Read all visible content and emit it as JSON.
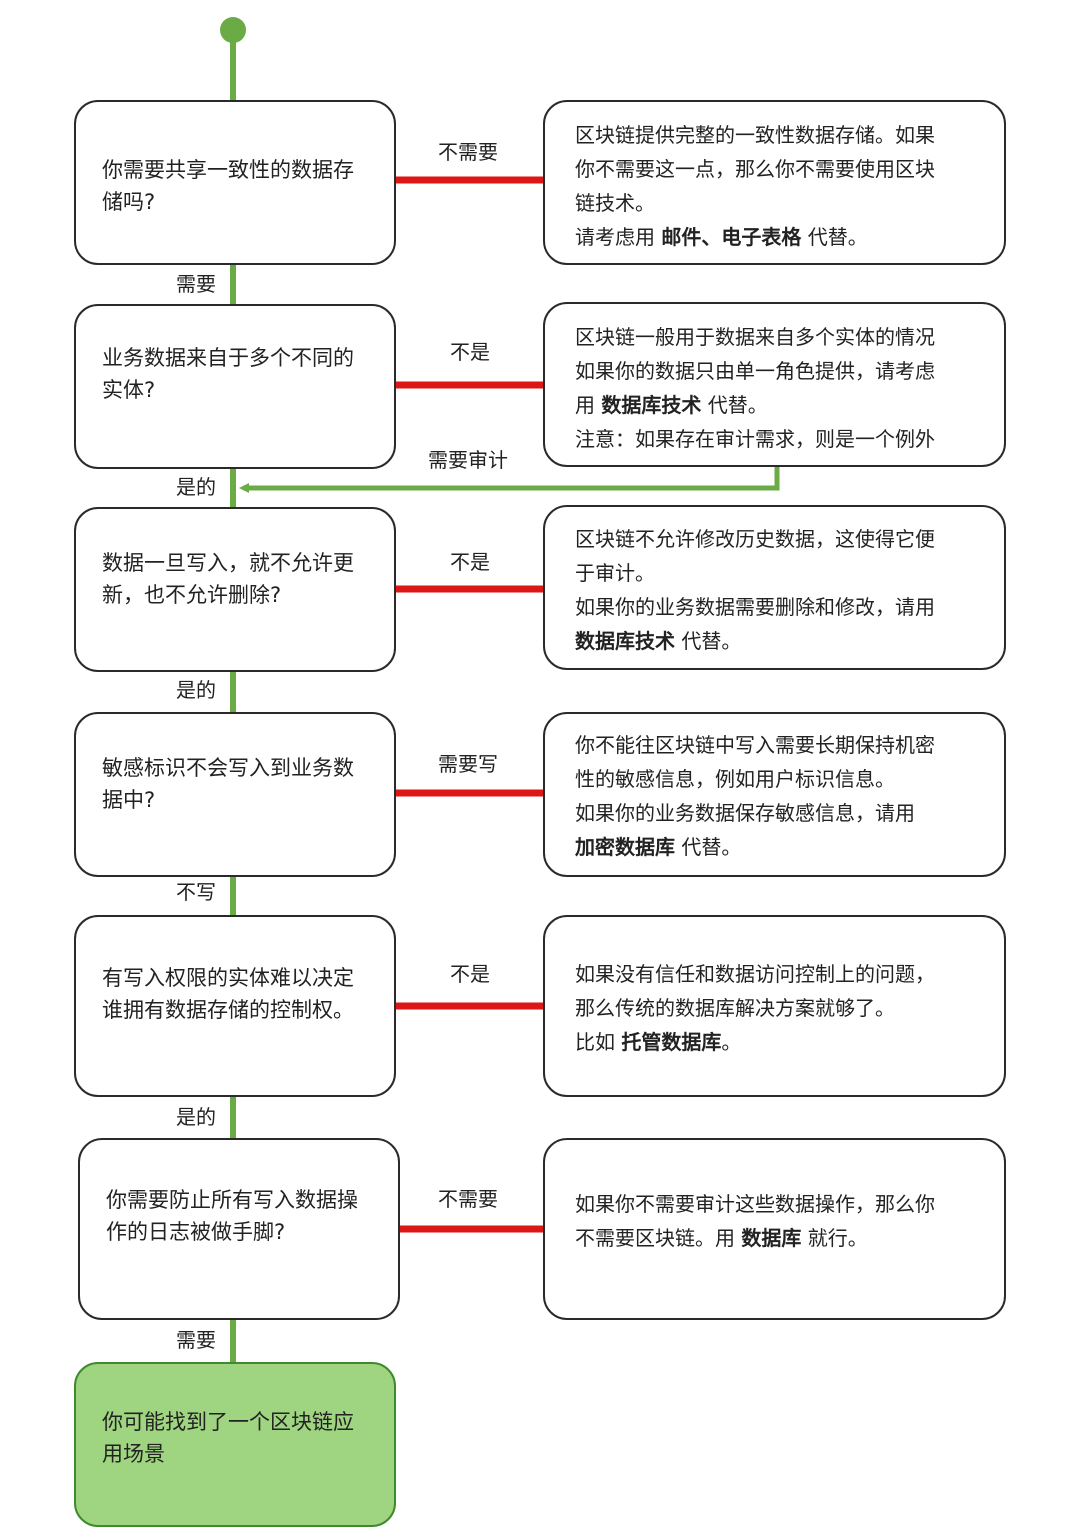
{
  "colors": {
    "yes_connector": "#6aab45",
    "no_connector": "#dd1616",
    "final_fill": "#9fd480",
    "box_border": "#2a2a2a"
  },
  "steps": [
    {
      "question": [
        "你需要共享一致性的数据存",
        "储吗?"
      ],
      "no_label": "不需要",
      "advice": [
        [
          {
            "t": "区块链提供完整的一致性数据存储。如果"
          }
        ],
        [
          {
            "t": "你不需要这一点，那么你不需要使用区块"
          }
        ],
        [
          {
            "t": "链技术。"
          }
        ],
        [
          {
            "t": "请考虑用 "
          },
          {
            "t": "邮件、电子表格",
            "b": true
          },
          {
            "t": " 代替。"
          }
        ]
      ],
      "yes_label": "需要"
    },
    {
      "question": [
        "业务数据来自于多个不同的",
        "实体?"
      ],
      "no_label": "不是",
      "advice": [
        [
          {
            "t": "区块链一般用于数据来自多个实体的情况"
          }
        ],
        [
          {
            "t": "如果你的数据只由单一角色提供，请考虑"
          }
        ],
        [
          {
            "t": "用 "
          },
          {
            "t": "数据库技术",
            "b": true
          },
          {
            "t": " 代替。"
          }
        ],
        [
          {
            "t": "注意：如果存在审计需求，则是一个例外"
          }
        ]
      ],
      "yes_label": "是的",
      "return_label": "需要审计"
    },
    {
      "question": [
        "数据一旦写入，就不允许更",
        "新，也不允许删除?"
      ],
      "no_label": "不是",
      "advice": [
        [
          {
            "t": "区块链不允许修改历史数据，这使得它便"
          }
        ],
        [
          {
            "t": "于审计。"
          }
        ],
        [
          {
            "t": "如果你的业务数据需要删除和修改，请用"
          }
        ],
        [
          {
            "t": "数据库技术",
            "b": true
          },
          {
            "t": " 代替。"
          }
        ]
      ],
      "yes_label": "是的"
    },
    {
      "question": [
        "敏感标识不会写入到业务数",
        "据中?"
      ],
      "no_label": "需要写",
      "advice": [
        [
          {
            "t": "你不能往区块链中写入需要长期保持机密"
          }
        ],
        [
          {
            "t": "性的敏感信息，例如用户标识信息。"
          }
        ],
        [
          {
            "t": "如果你的业务数据保存敏感信息，请用"
          }
        ],
        [
          {
            "t": "加密数据库",
            "b": true
          },
          {
            "t": " 代替。"
          }
        ]
      ],
      "yes_label": "不写"
    },
    {
      "question": [
        "有写入权限的实体难以决定",
        "谁拥有数据存储的控制权。"
      ],
      "no_label": "不是",
      "advice": [
        [
          {
            "t": "如果没有信任和数据访问控制上的问题，"
          }
        ],
        [
          {
            "t": "那么传统的数据库解决方案就够了。"
          }
        ],
        [
          {
            "t": "比如 "
          },
          {
            "t": "托管数据库",
            "b": true
          },
          {
            "t": "。"
          }
        ]
      ],
      "yes_label": "是的"
    },
    {
      "question": [
        "你需要防止所有写入数据操",
        "作的日志被做手脚?"
      ],
      "no_label": "不需要",
      "advice": [
        [
          {
            "t": "如果你不需要审计这些数据操作，那么你"
          }
        ],
        [
          {
            "t": "不需要区块链。用 "
          },
          {
            "t": "数据库",
            "b": true
          },
          {
            "t": " 就行。"
          }
        ]
      ],
      "yes_label": "需要"
    }
  ],
  "final": [
    "你可能找到了一个区块链应",
    "用场景"
  ]
}
